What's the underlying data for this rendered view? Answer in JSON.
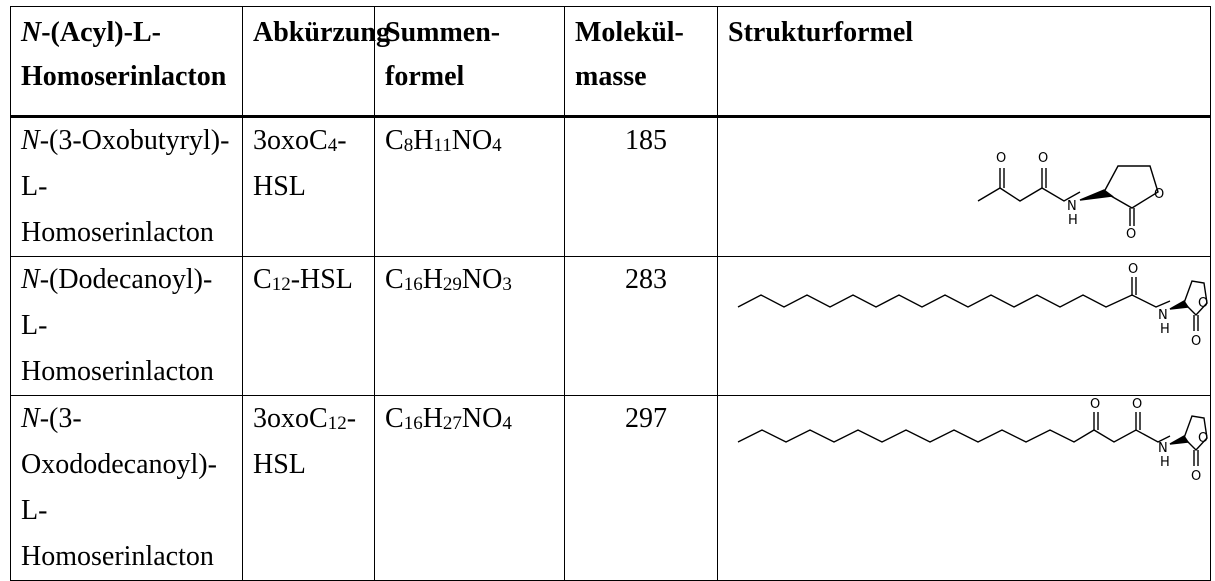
{
  "table": {
    "headers": {
      "compound_prefix": "N",
      "compound_rest": "-(Acyl)-L-",
      "compound_line2": "Homoserinlacton",
      "abbr": "Abkürzung",
      "formula_line1": "Summen-",
      "formula_line2": "formel",
      "mass_line1": "Molekül-",
      "mass_line2": "masse",
      "structure": "Strukturformel"
    },
    "rows": [
      {
        "name_prefix": "N",
        "name_mid": "-(3-Oxobutyryl)-",
        "name_l": "L",
        "name_dash": "-",
        "name_line2_pre": "",
        "name_line2": "Homoserinlacton",
        "abbr_pre": "3oxoC",
        "abbr_sub": "4",
        "abbr_post": "-",
        "abbr_line2": "HSL",
        "f_c": "C",
        "f_c_n": "8",
        "f_h": "H",
        "f_h_n": "11",
        "f_rest": "NO",
        "f_o_n": "4",
        "mass": "185",
        "atoms": {
          "o": "O",
          "n": "N",
          "h": "H"
        }
      },
      {
        "name_prefix": "N",
        "name_mid": "-(Dodecanoyl)-",
        "name_l": "L",
        "name_dash": "-",
        "name_line2_pre": "",
        "name_line2": "Homoserinlacton",
        "abbr_pre": "C",
        "abbr_sub": "12",
        "abbr_post": "-HSL",
        "abbr_line2": "",
        "f_c": "C",
        "f_c_n": "16",
        "f_h": "H",
        "f_h_n": "29",
        "f_rest": "NO",
        "f_o_n": "3",
        "mass": "283",
        "atoms": {
          "o": "O",
          "n": "N",
          "h": "H"
        }
      },
      {
        "name_prefix": "N",
        "name_mid": "-(3-Oxododecanoyl)-",
        "name_l": "",
        "name_dash": "",
        "name_line2_pre": "L",
        "name_line2": "-Homoserinlacton",
        "abbr_pre": "3oxoC",
        "abbr_sub": "12",
        "abbr_post": "-",
        "abbr_line2": "HSL",
        "f_c": "C",
        "f_c_n": "16",
        "f_h": "H",
        "f_h_n": "27",
        "f_rest": "NO",
        "f_o_n": "4",
        "mass": "297",
        "atoms": {
          "o": "O",
          "n": "N",
          "h": "H"
        }
      }
    ]
  }
}
